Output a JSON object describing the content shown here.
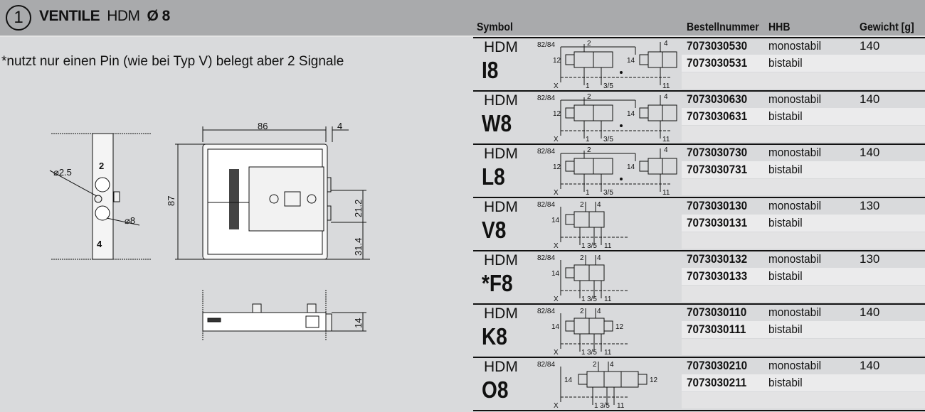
{
  "header": {
    "number": "1",
    "title": "VENTILE",
    "series": "HDM",
    "diameter": "Ø 8"
  },
  "note": "*nutzt nur einen Pin (wie bei Typ V) belegt aber 2 Signale",
  "drawing": {
    "hole_label": "⌀2.5",
    "port_top": "2",
    "port_bottom": "4",
    "tube_label": "⌀8",
    "width": "86",
    "offset": "4",
    "height": "87",
    "spacing": "21.2",
    "bottom_offset": "31.4",
    "thickness": "14"
  },
  "columns": {
    "symbol": "Symbol",
    "order_no": "Bestellnummer",
    "hhb": "HHB",
    "weight": "Gewicht [g]"
  },
  "rows": [
    {
      "series": "HDM",
      "model": "I8",
      "type": "double",
      "ports": {
        "pilot": "82/84",
        "a": "2",
        "b": "4",
        "s1": "12",
        "s2": "14",
        "x": "X",
        "p": "1",
        "r": "3/5",
        "e": "11"
      },
      "items": [
        {
          "order_no": "7073030530",
          "hhb": "monostabil",
          "weight": "140"
        },
        {
          "order_no": "7073030531",
          "hhb": "bistabil"
        }
      ]
    },
    {
      "series": "HDM",
      "model": "W8",
      "type": "double",
      "ports": {
        "pilot": "82/84",
        "a": "2",
        "b": "4",
        "s1": "12",
        "s2": "14",
        "x": "X",
        "p": "1",
        "r": "3/5",
        "e": "11"
      },
      "items": [
        {
          "order_no": "7073030630",
          "hhb": "monostabil",
          "weight": "140"
        },
        {
          "order_no": "7073030631",
          "hhb": "bistabil"
        }
      ]
    },
    {
      "series": "HDM",
      "model": "L8",
      "type": "double",
      "ports": {
        "pilot": "82/84",
        "a": "2",
        "b": "4",
        "s1": "12",
        "s2": "14",
        "x": "X",
        "p": "1",
        "r": "3/5",
        "e": "11"
      },
      "items": [
        {
          "order_no": "7073030730",
          "hhb": "monostabil",
          "weight": "140"
        },
        {
          "order_no": "7073030731",
          "hhb": "bistabil"
        }
      ]
    },
    {
      "series": "HDM",
      "model": "V8",
      "type": "single",
      "ports": {
        "pilot": "82/84",
        "a": "2",
        "b": "4",
        "s2": "14",
        "x": "X",
        "p": "1",
        "r": "3/5",
        "e": "11"
      },
      "items": [
        {
          "order_no": "7073030130",
          "hhb": "monostabil",
          "weight": "130"
        },
        {
          "order_no": "7073030131",
          "hhb": "bistabil"
        }
      ]
    },
    {
      "series": "HDM",
      "model": "*F8",
      "type": "single",
      "ports": {
        "pilot": "82/84",
        "a": "2",
        "b": "4",
        "s2": "14",
        "x": "X",
        "p": "1",
        "r": "3/5",
        "e": "11"
      },
      "items": [
        {
          "order_no": "7073030132",
          "hhb": "monostabil",
          "weight": "130"
        },
        {
          "order_no": "7073030133",
          "hhb": "bistabil"
        }
      ]
    },
    {
      "series": "HDM",
      "model": "K8",
      "type": "dual",
      "ports": {
        "pilot": "82/84",
        "a": "2",
        "b": "4",
        "s1": "12",
        "s2": "14",
        "x": "X",
        "p": "1",
        "r": "3/5",
        "e": "11"
      },
      "items": [
        {
          "order_no": "7073030110",
          "hhb": "monostabil",
          "weight": "140"
        },
        {
          "order_no": "7073030111",
          "hhb": "bistabil"
        }
      ]
    },
    {
      "series": "HDM",
      "model": "O8",
      "type": "three",
      "ports": {
        "pilot": "82/84",
        "a": "2",
        "b": "4",
        "s1": "12",
        "s2": "14",
        "x": "X",
        "p": "1",
        "r": "3/5",
        "e": "11"
      },
      "items": [
        {
          "order_no": "7073030210",
          "hhb": "monostabil",
          "weight": "140"
        },
        {
          "order_no": "7073030211",
          "hhb": "bistabil"
        }
      ]
    }
  ]
}
